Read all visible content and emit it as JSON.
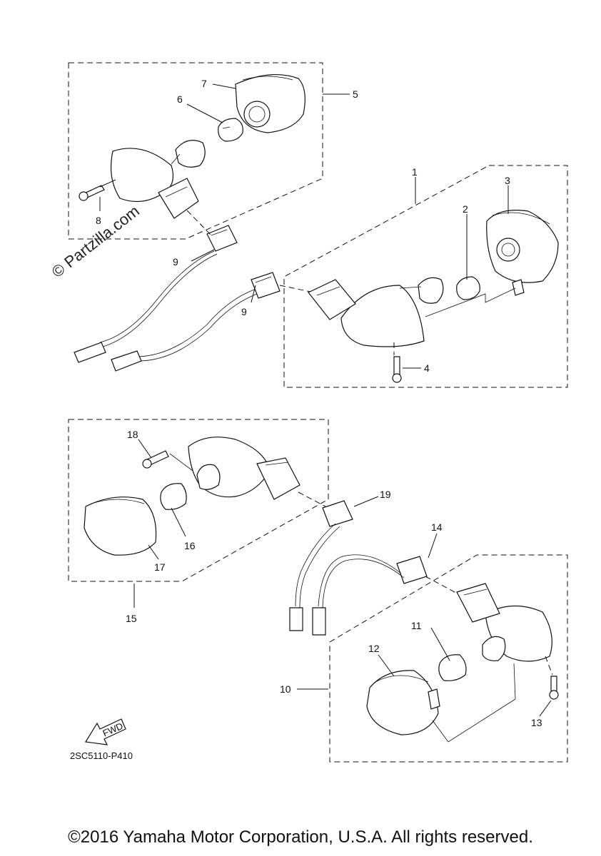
{
  "diagram": {
    "callouts": [
      "1",
      "2",
      "3",
      "4",
      "5",
      "6",
      "7",
      "8",
      "9",
      "9",
      "10",
      "11",
      "12",
      "13",
      "14",
      "15",
      "16",
      "17",
      "18",
      "19"
    ],
    "part_code": "2SC5110-P410",
    "fwd_label": "FWD",
    "watermark": "© Partzilla.com"
  },
  "footer": {
    "copyright": "©2016 Yamaha Motor Corporation, U.S.A. All rights reserved."
  }
}
